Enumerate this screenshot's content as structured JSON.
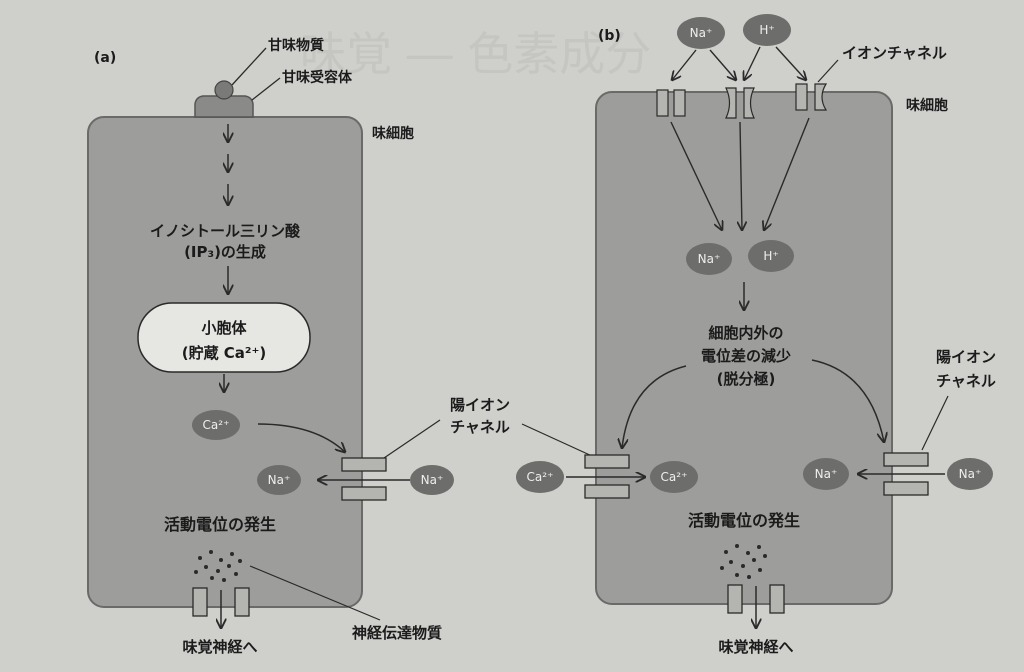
{
  "panel_a": {
    "label": "(a)",
    "sweet_substance": "甘味物質",
    "sweet_receptor": "甘味受容体",
    "cell_label": "味細胞",
    "ip3_line1": "イノシトール三リン酸",
    "ip3_line2": "(IP₃)の生成",
    "vesicle_line1": "小胞体",
    "vesicle_line2": "(貯蔵 Ca²⁺)",
    "ca_ion": "Ca²⁺",
    "na_ion_in": "Na⁺",
    "na_ion_out": "Na⁺",
    "action_potential": "活動電位の発生",
    "transmitter": "神経伝達物質",
    "nerve": "味覚神経へ"
  },
  "shared": {
    "cation_channel_line1": "陽イオン",
    "cation_channel_line2": "チャネル"
  },
  "panel_b": {
    "label": "(b)",
    "na_top": "Na⁺",
    "h_top": "H⁺",
    "ion_channel": "イオンチャネル",
    "cell_label": "味細胞",
    "na_in": "Na⁺",
    "h_in": "H⁺",
    "depol_line1": "細胞内外の",
    "depol_line2": "電位差の減少",
    "depol_line3": "(脱分極)",
    "ca_out": "Ca²⁺",
    "ca_in": "Ca²⁺",
    "na_in2": "Na⁺",
    "na_out": "Na⁺",
    "cation_channel_line1": "陽イオン",
    "cation_channel_line2": "チャネル",
    "action_potential": "活動電位の発生",
    "nerve": "味覚神経へ"
  },
  "background_watermark": "味覚 ― 色素成分",
  "colors": {
    "background": "#cfcfcc",
    "cell_fill": "#9d9d9b",
    "cell_stroke": "#6a6a68",
    "ion_fill": "#6d6d6b",
    "vesicle_fill": "#e6e6e3",
    "channel_fill": "#b4b4b1",
    "line": "#2a2a2a"
  }
}
